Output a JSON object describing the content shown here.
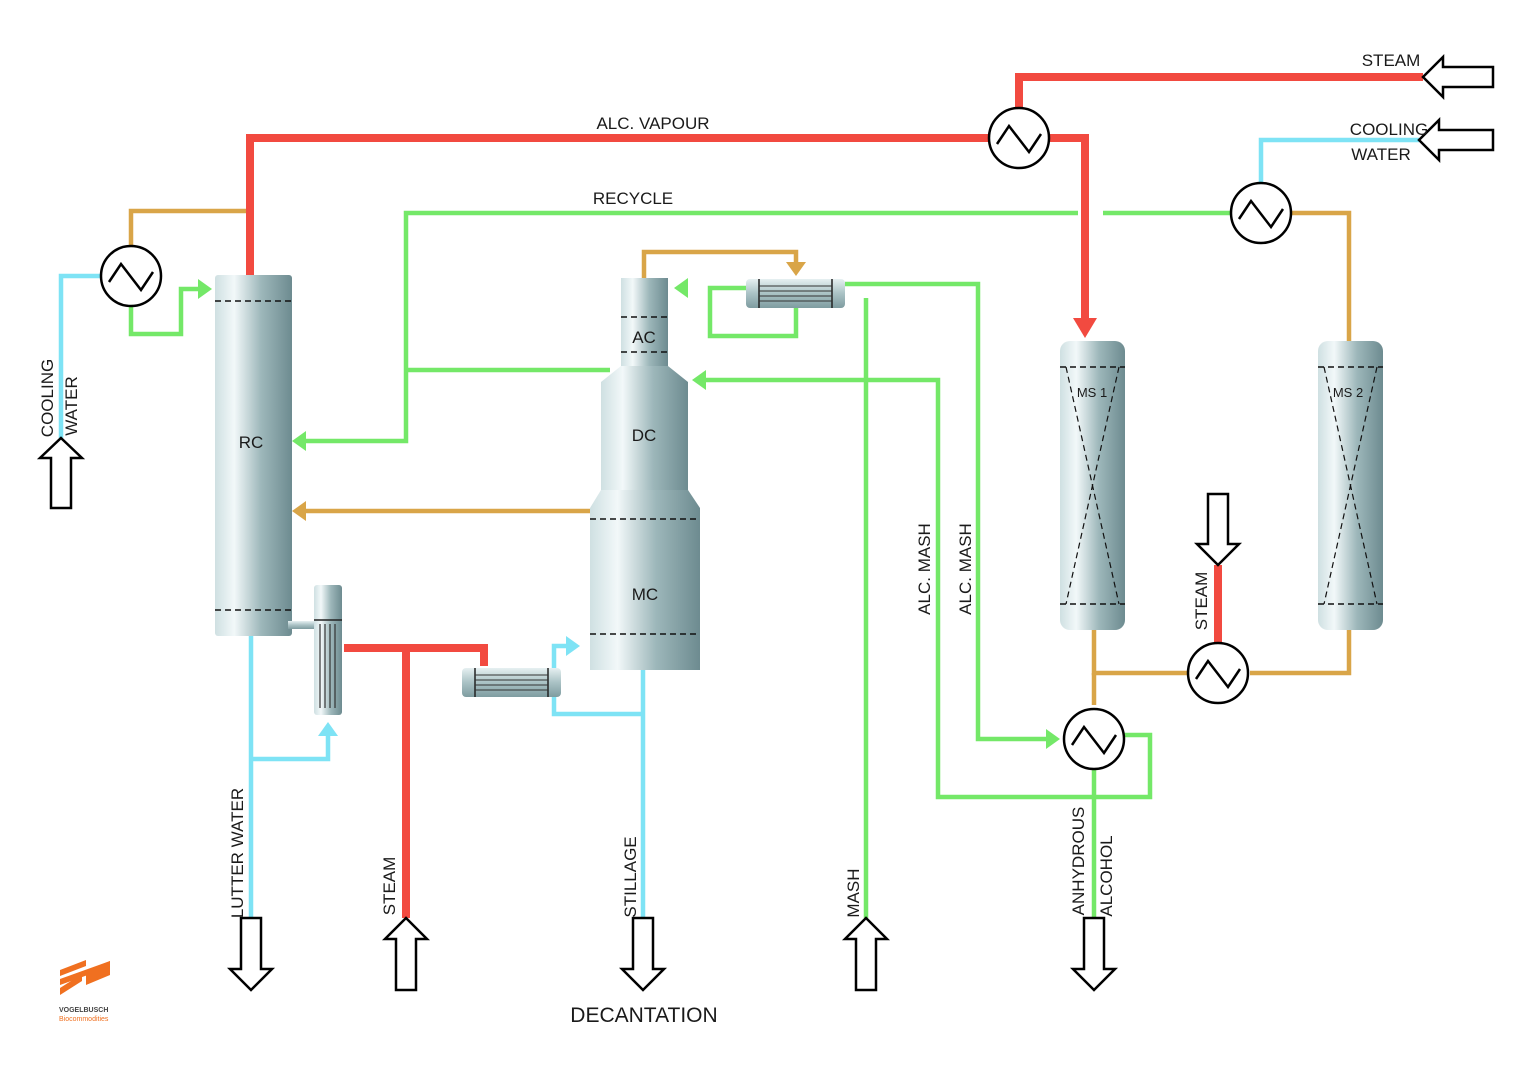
{
  "labels": {
    "alc_vapour": "ALC. VAPOUR",
    "recycle": "RECYCLE",
    "steam_top": "STEAM",
    "cooling_water_right_1": "COOLING",
    "cooling_water_right_2": "WATER",
    "cooling_water_left_1": "COOLING",
    "cooling_water_left_2": "WATER",
    "rc": "RC",
    "ac": "AC",
    "dc": "DC",
    "mc": "MC",
    "ms1": "MS 1",
    "ms2": "MS 2",
    "alc_mash_1": "ALC. MASH",
    "alc_mash_2": "ALC. MASH",
    "steam_ms": "STEAM",
    "lutter_water": "LUTTER WATER",
    "steam_bottom": "STEAM",
    "stillage": "STILLAGE",
    "mash": "MASH",
    "anhydrous": "ANHYDROUS",
    "alcohol": "ALCOHOL",
    "decantation": "DECANTATION"
  },
  "logo": {
    "name": "VOGELBUSCH",
    "subtitle": "Biocommodities"
  },
  "colors": {
    "steam": "#f24a40",
    "cooling_water": "#7ee3f5",
    "liquid": "#74e868",
    "condensate": "#d9a548"
  }
}
